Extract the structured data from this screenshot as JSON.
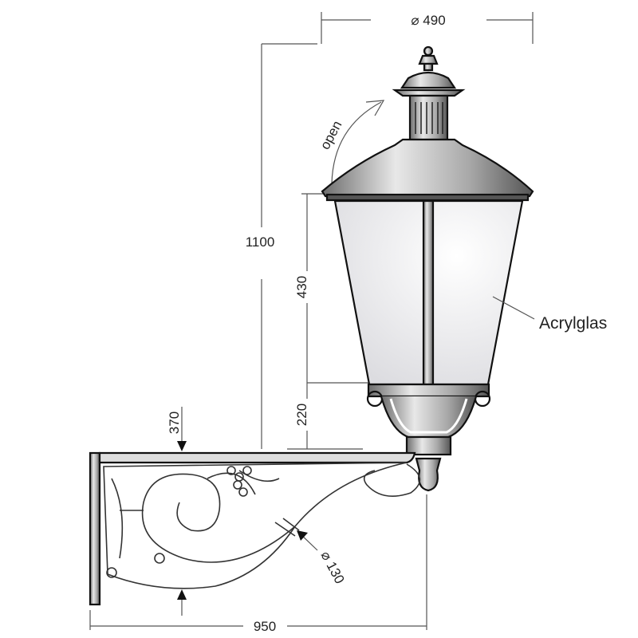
{
  "drawing": {
    "diameter_top": "⌀ 490",
    "open_label": "open",
    "total_height": "1100",
    "glass_height": "430",
    "bottom_height": "220",
    "bracket_height": "370",
    "arm_diameter": "⌀ 130",
    "projection": "950",
    "material_label": "Acrylglas"
  },
  "colors": {
    "outline": "#111111",
    "glass": "#f2f2f4",
    "metal": "#9a9a9a",
    "dimension": "#555555"
  }
}
